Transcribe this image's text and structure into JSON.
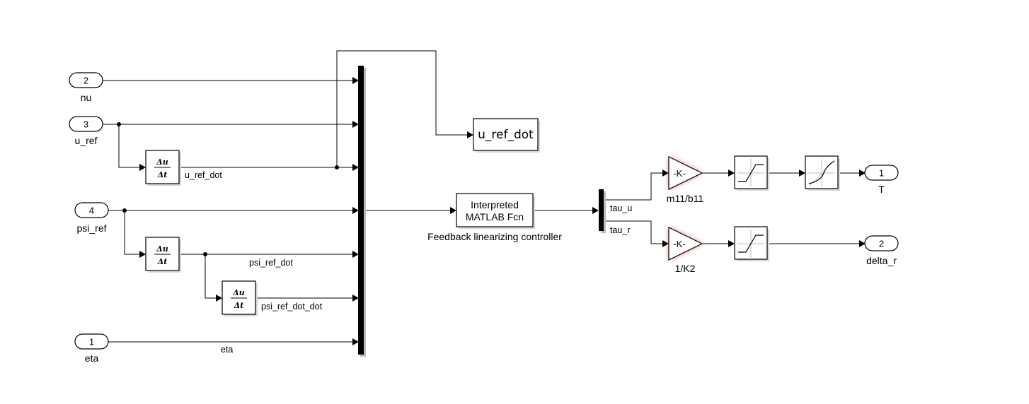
{
  "inports": [
    {
      "number": "2",
      "name": "nu"
    },
    {
      "number": "3",
      "name": "u_ref"
    },
    {
      "number": "4",
      "name": "psi_ref"
    },
    {
      "number": "1",
      "name": "eta"
    }
  ],
  "outports": [
    {
      "number": "1",
      "name": "T"
    },
    {
      "number": "2",
      "name": "delta_r"
    }
  ],
  "derivative_blocks": {
    "numerator": "Δu",
    "denominator": "Δt"
  },
  "signal_labels": {
    "u_ref_dot": "u_ref_dot",
    "psi_ref_dot": "psi_ref_dot",
    "psi_ref_dot_dot": "psi_ref_dot_dot",
    "eta": "eta",
    "tau_u": "tau_u",
    "tau_r": "tau_r"
  },
  "goto_block": {
    "tag": "u_ref_dot"
  },
  "controller": {
    "line1": "Interpreted",
    "line2": "MATLAB Fcn",
    "caption": "Feedback linearizing controller"
  },
  "gains": [
    {
      "text": "-K-",
      "caption": "m11/b11"
    },
    {
      "text": "-K-",
      "caption": "1/K2"
    }
  ],
  "colors": {
    "gain_highlight": "#e83c3c",
    "line": "#000000",
    "background": "#ffffff"
  }
}
